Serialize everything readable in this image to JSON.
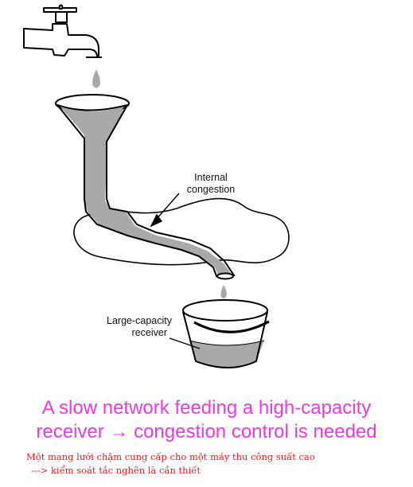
{
  "diagram": {
    "label_internal_congestion": [
      "Internal",
      "congestion"
    ],
    "label_receiver": [
      "Large-capacity",
      "receiver"
    ]
  },
  "caption": {
    "line1": "A slow network feeding a high-capacity",
    "line2": "receiver → congestion control is needed"
  },
  "note": {
    "line1": "Một mạng lưới chậm cung cấp cho một máy thu công suất cao",
    "line2": "---> kiểm soát tắc nghẽn là cần thiết"
  },
  "colors": {
    "caption": "#e83be3",
    "note": "#e0201e",
    "water": "#a9a9a9"
  }
}
